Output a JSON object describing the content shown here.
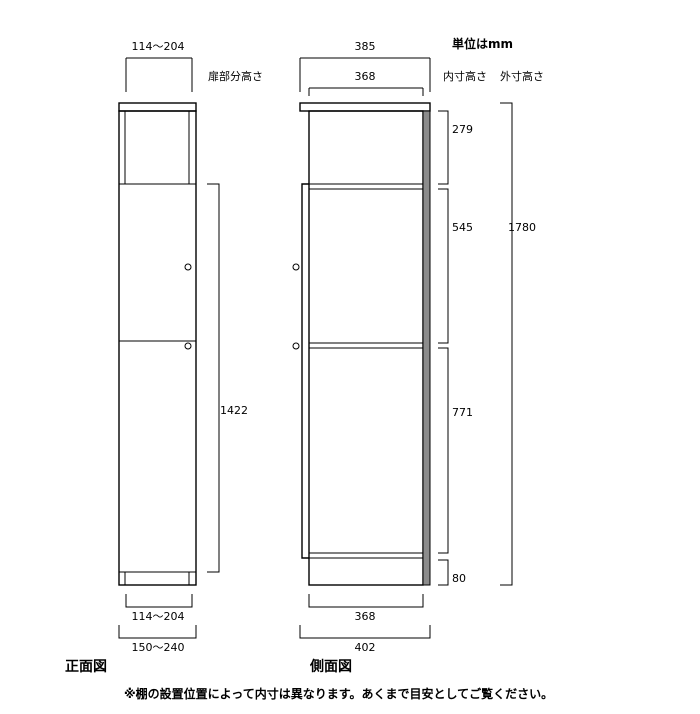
{
  "unit_label": "単位はmm",
  "front": {
    "view_label": "正面図",
    "top_width": "114〜204",
    "door_height_label": "扉部分高さ",
    "door_height": "1422",
    "inner_width": "114〜204",
    "outer_width": "150〜240"
  },
  "side": {
    "view_label": "側面図",
    "top_depth": "385",
    "inner_depth": "368",
    "inner_height_label": "内寸高さ",
    "outer_height_label": "外寸高さ",
    "seg_top": "279",
    "seg_mid": "545",
    "seg_low": "771",
    "seg_base": "80",
    "outer_height": "1780",
    "bottom_inner_depth": "368",
    "bottom_outer_depth": "402"
  },
  "footer_note": "※棚の設置位置によって内寸は異なります。あくまで目安としてご覧ください。"
}
